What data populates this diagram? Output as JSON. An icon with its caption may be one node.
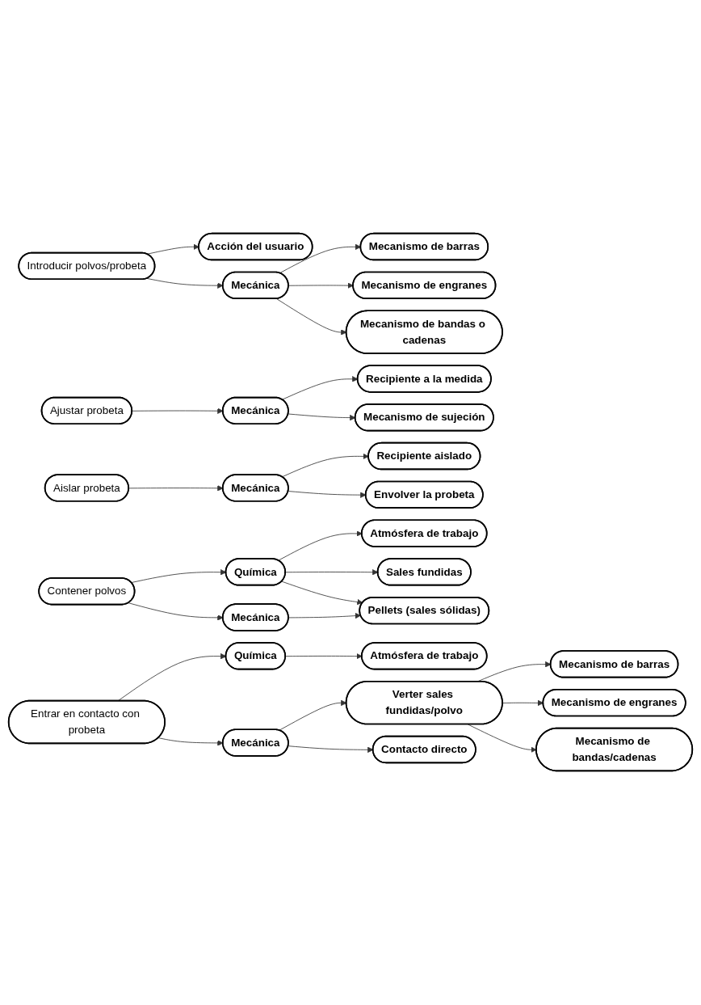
{
  "diagram": {
    "nodes": [
      {
        "text": [
          "Introducir polvos/probeta"
        ]
      },
      {
        "text": [
          "Acción del usuario"
        ]
      },
      {
        "text": [
          "Mecánica"
        ]
      },
      {
        "text": [
          "Mecanismo de barras"
        ]
      },
      {
        "text": [
          "Mecanismo de engranes"
        ]
      },
      {
        "text": [
          "Mecanismo de bandas o cadenas"
        ]
      },
      {
        "text": [
          "Ajustar probeta"
        ]
      },
      {
        "text": [
          "Mecánica"
        ]
      },
      {
        "text": [
          "Recipiente a la medida"
        ]
      },
      {
        "text": [
          "Mecanismo de sujeción"
        ]
      },
      {
        "text": [
          "Aislar probeta"
        ]
      },
      {
        "text": [
          "Mecánica"
        ]
      },
      {
        "text": [
          "Recipiente aislado"
        ]
      },
      {
        "text": [
          "Envolver la probeta"
        ]
      },
      {
        "text": [
          "Contener polvos"
        ]
      },
      {
        "text": [
          "Química"
        ]
      },
      {
        "text": [
          "Mecánica"
        ]
      },
      {
        "text": [
          "Atmósfera de trabajo"
        ]
      },
      {
        "text": [
          "Sales fundidas"
        ]
      },
      {
        "text": [
          "Pellets (sales sólidas)"
        ]
      },
      {
        "text": [
          "Entrar en contacto con probeta"
        ]
      },
      {
        "text": [
          "Química"
        ]
      },
      {
        "text": [
          "Mecánica"
        ]
      },
      {
        "text": [
          "Atmósfera de trabajo"
        ]
      },
      {
        "text": [
          "Verter sales fundidas/polvo"
        ]
      },
      {
        "text": [
          "Contacto directo"
        ]
      },
      {
        "text": [
          "Mecanismo de barras"
        ]
      },
      {
        "text": [
          "Mecanismo de engranes"
        ]
      },
      {
        "text": [
          "Mecanismo de bandas/cadenas"
        ]
      }
    ],
    "edges": [
      {
        "from": 0,
        "to": 1,
        "arrow": "to"
      },
      {
        "from": 0,
        "to": 2,
        "arrow": "to"
      },
      {
        "from": 2,
        "to": 3,
        "arrow": "to"
      },
      {
        "from": 2,
        "to": 4,
        "arrow": "to"
      },
      {
        "from": 2,
        "to": 5,
        "arrow": "to"
      },
      {
        "from": 6,
        "to": 7,
        "arrow": "to"
      },
      {
        "from": 7,
        "to": 8,
        "arrow": "to"
      },
      {
        "from": 7,
        "to": 9,
        "arrow": "to"
      },
      {
        "from": 10,
        "to": 11,
        "arrow": "to"
      },
      {
        "from": 11,
        "to": 12,
        "arrow": "to"
      },
      {
        "from": 11,
        "to": 13,
        "arrow": "to"
      },
      {
        "from": 14,
        "to": 15,
        "arrow": "to"
      },
      {
        "from": 14,
        "to": 16,
        "arrow": "to"
      },
      {
        "from": 15,
        "to": 17,
        "arrow": "to"
      },
      {
        "from": 15,
        "to": 18,
        "arrow": "to"
      },
      {
        "from": 15,
        "to": 19,
        "arrow": "to"
      },
      {
        "from": 16,
        "to": 19,
        "arrow": "to"
      },
      {
        "from": 20,
        "to": 21,
        "arrow": "to"
      },
      {
        "from": 20,
        "to": 22,
        "arrow": "to"
      },
      {
        "from": 21,
        "to": 23,
        "arrow": "to"
      },
      {
        "from": 22,
        "to": 24,
        "arrow": "to"
      },
      {
        "from": 22,
        "to": 25,
        "arrow": "to"
      },
      {
        "from": 24,
        "to": 26,
        "arrow": "to"
      },
      {
        "from": 24,
        "to": 27,
        "arrow": "to"
      },
      {
        "from": 24,
        "to": 28,
        "arrow": "to"
      }
    ]
  }
}
